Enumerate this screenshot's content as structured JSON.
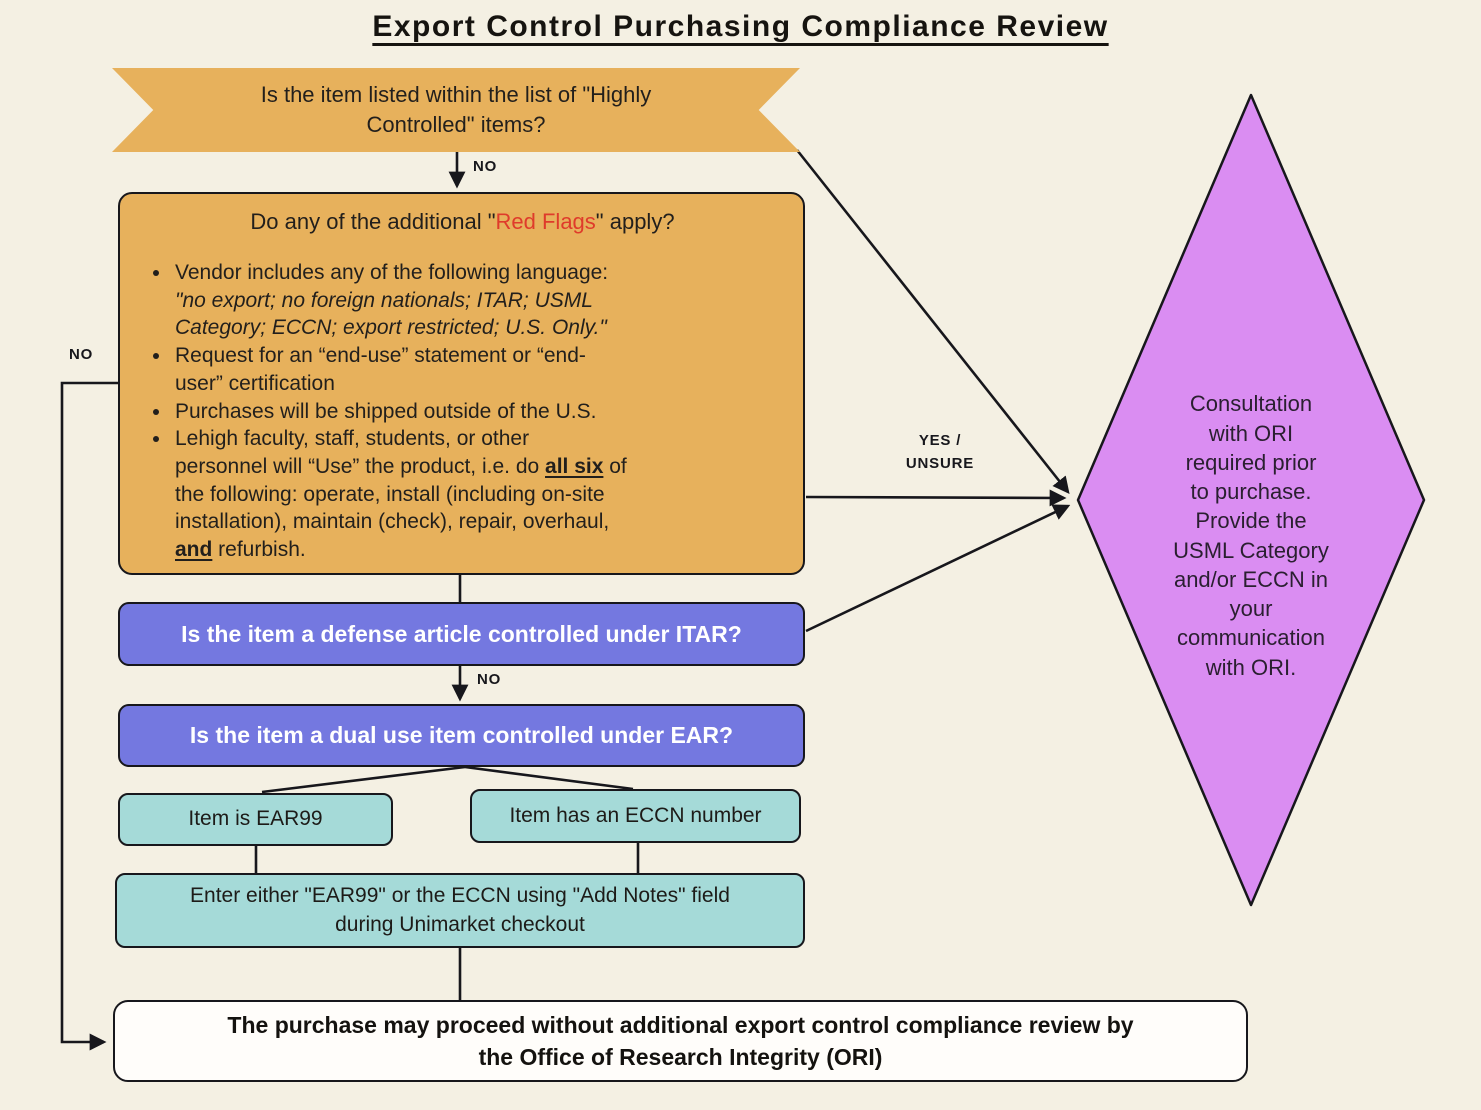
{
  "title": "Export Control Purchasing Compliance Review",
  "colors": {
    "background": "#f4f0e3",
    "banner_fill": "#e7b15c",
    "red_flags_fill": "#e7b15c",
    "red_highlight": "#df3b2b",
    "question_fill": "#7478e0",
    "question_text": "#ffffff",
    "teal_fill": "#a5dad8",
    "diamond_fill": "#da8df2",
    "terminal_fill": "#fffdfa",
    "connector_line": "#17171c"
  },
  "flow": {
    "highly_controlled": {
      "text": "Is the item listed within the list of \"Highly\nControlled\" items?"
    },
    "red_flags": {
      "heading_prefix": "Do any of the additional \"",
      "heading_highlight": "Red Flags",
      "heading_suffix": "\" apply?",
      "bullets": [
        [
          {
            "text": "Vendor includes any of the following language:\n",
            "style": "plain"
          },
          {
            "text": "\"no export; no foreign nationals; ITAR; USML\nCategory; ECCN; export restricted; U.S. Only.\"",
            "style": "italic"
          }
        ],
        [
          {
            "text": "Request for an “end-use” statement or “end-\nuser” certification",
            "style": "plain"
          }
        ],
        [
          {
            "text": "Purchases will be shipped outside of the U.S.",
            "style": "plain"
          }
        ],
        [
          {
            "text": "Lehigh faculty, staff, students, or other\npersonnel will “Use” the product, i.e. do ",
            "style": "plain"
          },
          {
            "text": "all six",
            "style": "boldu"
          },
          {
            "text": " of\nthe following: operate, install (including on-site\ninstallation), maintain (check), repair, overhaul,\n",
            "style": "plain"
          },
          {
            "text": "and",
            "style": "boldu"
          },
          {
            "text": " refurbish.",
            "style": "plain"
          }
        ]
      ]
    },
    "itar_question": {
      "text": "Is the item a defense article controlled under ITAR?"
    },
    "ear_question": {
      "text": "Is the item a dual use item controlled under EAR?"
    },
    "ear99_outcome": {
      "text": "Item is EAR99"
    },
    "eccn_outcome": {
      "text": "Item has an ECCN number"
    },
    "enter_notes": {
      "text": "Enter either \"EAR99\" or the ECCN using \"Add Notes\" field\nduring Unimarket checkout"
    },
    "consultation": {
      "text": "Consultation\nwith ORI\nrequired prior\nto purchase.\nProvide the\nUSML Category\nand/or ECCN in\nyour\ncommunication\nwith ORI."
    },
    "proceed_terminal": {
      "text": "The purchase may proceed without additional export control compliance review by\nthe Office of Research Integrity (ORI)"
    }
  },
  "labels": {
    "no_from_banner": "NO",
    "no_from_itar": "NO",
    "no_left_bypass": "NO",
    "yes_unsure": "YES /\nUNSURE"
  }
}
